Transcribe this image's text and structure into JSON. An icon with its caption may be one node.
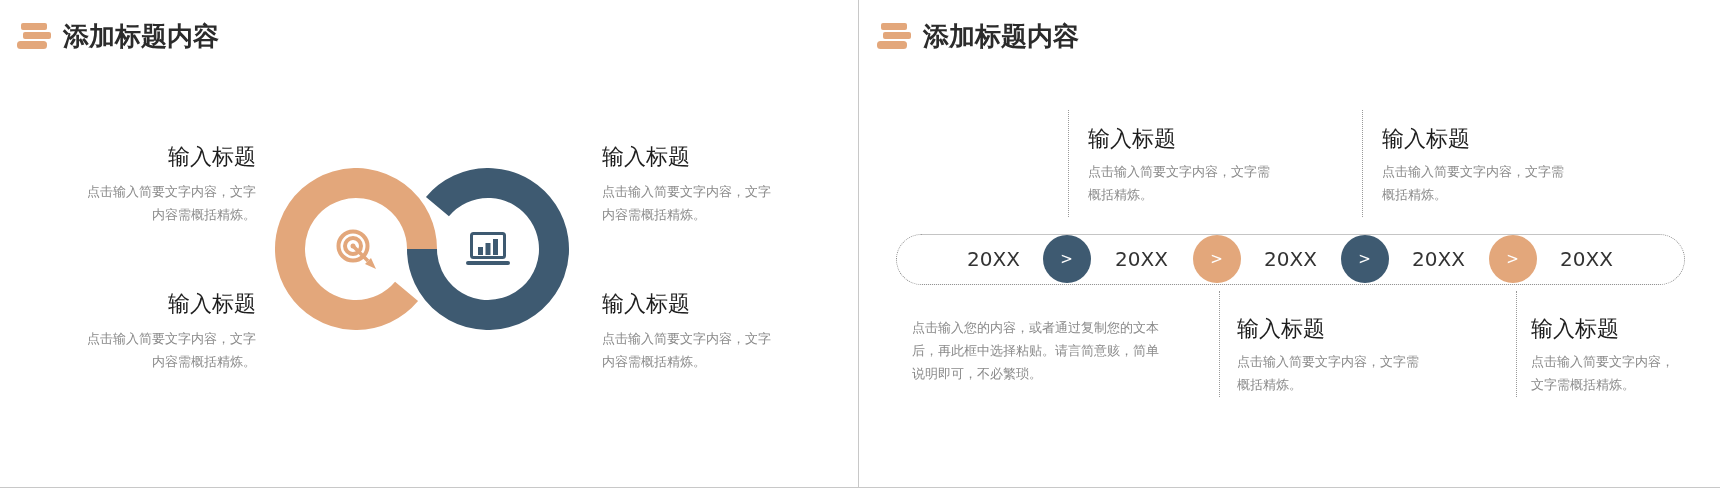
{
  "diagram": {
    "title": "添加标题内容",
    "nodes": [
      {
        "text": [
          "20XX",
          "20XX",
          "20XX",
          "20XX",
          "20XX"
        ]
      },
      {
        "text": [
          ">"
        ],
        "in": 0
      },
      {
        "text": [
          ">"
        ],
        "in": 0
      },
      {
        "text": [
          ">"
        ],
        "in": 0
      },
      {
        "text": [
          ">"
        ],
        "in": 0
      }
    ],
    "labels": [
      "输入标题",
      "点击输入简要文字内容，文字内容需概括精炼。",
      "输入标题",
      "点击输入简要文字内容，文字内容需概括精炼。",
      "输入标题",
      "点击输入简要文字内容，文字内容需概括精炼。",
      "输入标题",
      "点击输入简要文字内容，文字内容需概括精炼。",
      "添加标题内容",
      "输入标题",
      "点击输入简要文字内容，文字需概括精炼。",
      "输入标题",
      "点击输入简要文字内容，文字需概括精炼。",
      "点击输入您的内容，或者通过复制您的文本后，再此框中选择粘贴。请言简意赅，简单说明即可，不必繁琐。",
      "输入标题",
      "点击输入简要文字内容，文字需概括精炼。",
      "输入标题",
      "点击输入简要文字内容，文字需概括精炼。"
    ]
  }
}
